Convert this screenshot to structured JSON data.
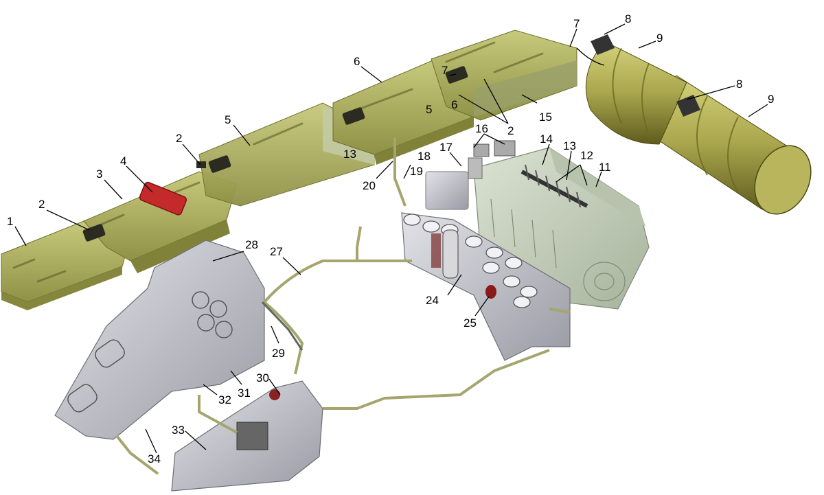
{
  "diagram": {
    "colors": {
      "tank_olive": "#b9bb6b",
      "tank_olive_dark": "#8d8f45",
      "tank_transparent": "#c9d0a8",
      "barrel": "#b1ae55",
      "barrel_dark": "#6f6c26",
      "filter_red": "#c42a2a",
      "engine_green": "#c8d4be",
      "metal_grey": "#bfbfc6",
      "metal_dark": "#7c7c86",
      "pipe": "#b8b88a"
    },
    "callouts": [
      {
        "id": "c1",
        "text": "1"
      },
      {
        "id": "c2a",
        "text": "2"
      },
      {
        "id": "c3",
        "text": "3"
      },
      {
        "id": "c4",
        "text": "4"
      },
      {
        "id": "c2b",
        "text": "2"
      },
      {
        "id": "c5a",
        "text": "5"
      },
      {
        "id": "c6a",
        "text": "6"
      },
      {
        "id": "c7a",
        "text": "7"
      },
      {
        "id": "c7b",
        "text": "7"
      },
      {
        "id": "c8a",
        "text": "8"
      },
      {
        "id": "c9a",
        "text": "9"
      },
      {
        "id": "c8b",
        "text": "8"
      },
      {
        "id": "c9b",
        "text": "9"
      },
      {
        "id": "c5b",
        "text": "5"
      },
      {
        "id": "c6b",
        "text": "6"
      },
      {
        "id": "c15",
        "text": "15"
      },
      {
        "id": "c2c",
        "text": "2"
      },
      {
        "id": "c16",
        "text": "16"
      },
      {
        "id": "c13a",
        "text": "13"
      },
      {
        "id": "c14",
        "text": "14"
      },
      {
        "id": "c13b",
        "text": "13"
      },
      {
        "id": "c12",
        "text": "12"
      },
      {
        "id": "c11",
        "text": "11"
      },
      {
        "id": "c18",
        "text": "18"
      },
      {
        "id": "c17",
        "text": "17"
      },
      {
        "id": "c19",
        "text": "19"
      },
      {
        "id": "c20",
        "text": "20"
      },
      {
        "id": "c28",
        "text": "28"
      },
      {
        "id": "c27",
        "text": "27"
      },
      {
        "id": "c24",
        "text": "24"
      },
      {
        "id": "c25",
        "text": "25"
      },
      {
        "id": "c29",
        "text": "29"
      },
      {
        "id": "c30",
        "text": "30"
      },
      {
        "id": "c31",
        "text": "31"
      },
      {
        "id": "c32",
        "text": "32"
      },
      {
        "id": "c33",
        "text": "33"
      },
      {
        "id": "c34",
        "text": "34"
      }
    ]
  }
}
